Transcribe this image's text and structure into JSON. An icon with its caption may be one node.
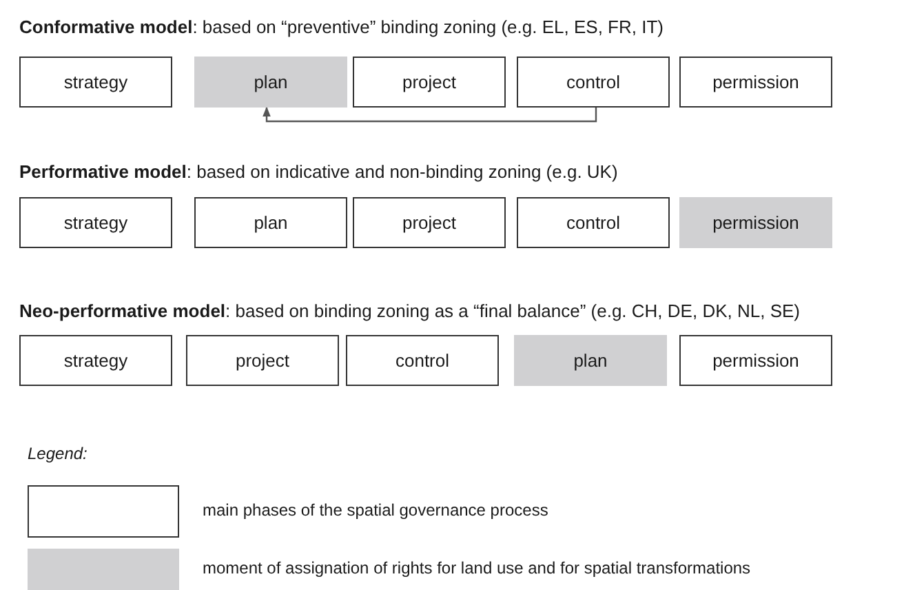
{
  "diagram": {
    "nodes": [
      {
        "text": [
          "strategy"
        ]
      },
      {
        "text": [
          "plan"
        ]
      },
      {
        "text": [
          "project"
        ]
      },
      {
        "text": [
          "control"
        ]
      },
      {
        "text": [
          "permission"
        ]
      },
      {
        "text": [
          "strategy"
        ]
      },
      {
        "text": [
          "plan"
        ]
      },
      {
        "text": [
          "project"
        ]
      },
      {
        "text": [
          "control"
        ]
      },
      {
        "text": [
          "permission"
        ]
      },
      {
        "text": [
          "strategy"
        ]
      },
      {
        "text": [
          "project"
        ]
      },
      {
        "text": [
          "control"
        ]
      },
      {
        "text": [
          "plan"
        ]
      },
      {
        "text": [
          "permission"
        ]
      }
    ],
    "edges": [
      {
        "from": 3,
        "to": 1,
        "arrow": "to"
      }
    ],
    "labels": [
      "**Conformative model**: based on “preventive” binding zoning (e.g. EL, ES, FR, IT)",
      "**Performative model**: based on indicative and non-binding zoning (e.g. UK)",
      "**Neo-performative model**: based on binding zoning as a “final balance” (e.g. CH, DE, DK, NL, SE)",
      "Legend:"
    ],
    "legend": [
      {
        "text": "main phases of the spatial governance process",
        "color": "#ffffff"
      },
      {
        "text": "moment of assignation of rights for land use and for spatial transformations",
        "color": "#d0d0d2"
      }
    ]
  }
}
